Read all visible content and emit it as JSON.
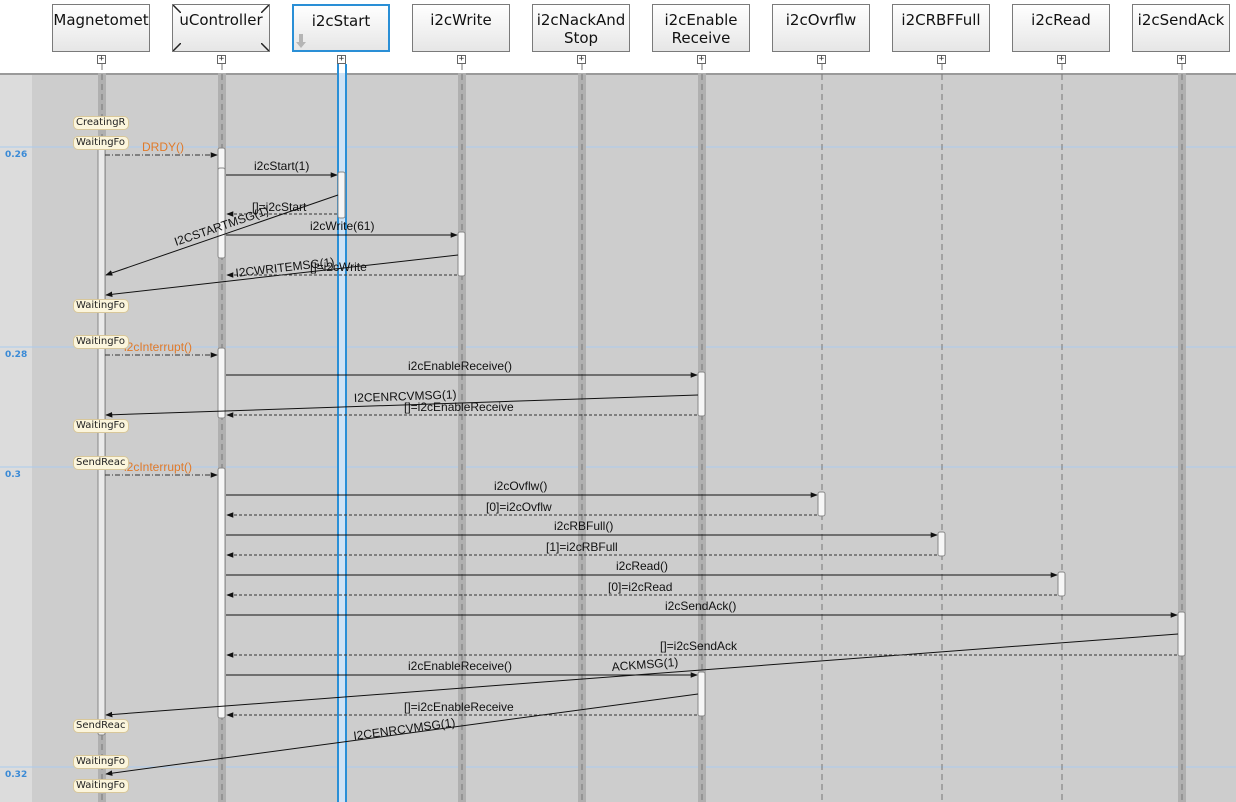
{
  "lifelines": [
    {
      "key": "mag",
      "label": "Magnetomet"
    },
    {
      "key": "uc",
      "label": "uController"
    },
    {
      "key": "start",
      "label": "i2cStart"
    },
    {
      "key": "write",
      "label": "i2cWrite"
    },
    {
      "key": "nack",
      "label": "i2cNackAnd\nStop"
    },
    {
      "key": "enable",
      "label": "i2cEnable\nReceive"
    },
    {
      "key": "ovfl",
      "label": "i2cOvrflw"
    },
    {
      "key": "rbf",
      "label": "i2CRBFFull"
    },
    {
      "key": "read",
      "label": "i2cRead"
    },
    {
      "key": "ack",
      "label": "i2cSendAck"
    }
  ],
  "time_marks": [
    "0.26",
    "0.28",
    "0.3",
    "0.32"
  ],
  "state_tags": [
    "CreatingR",
    "WaitingFo",
    "WaitingFo",
    "WaitingFo",
    "WaitingFo",
    "SendReac",
    "SendReac",
    "WaitingFo",
    "WaitingFo"
  ],
  "messages": {
    "drdy": "DRDY()",
    "i2cstart_call": "i2cStart(1)",
    "i2cstart_ret": "[]=i2cStart",
    "i2cstartmsg": "I2CSTARTMSG(1)",
    "i2cwrite_call": "i2cWrite(61)",
    "i2cwritemsg": "I2CWRITEMSG(1)",
    "i2cwrite_ret": "[]=i2cWrite",
    "interrupt1": "i2cInterrupt()",
    "enable_call1": "i2cEnableReceive()",
    "cenrcvmsg1": "I2CENRCVMSG(1)",
    "enable_ret1": "[]=i2cEnableReceive",
    "interrupt2": "i2cInterrupt()",
    "ovfl_call": "i2cOvflw()",
    "ovfl_ret": "[0]=i2cOvflw",
    "rbf_call": "i2cRBFull()",
    "rbf_ret": "[1]=i2cRBFull",
    "read_call": "i2cRead()",
    "read_ret": "[0]=i2cRead",
    "ack_call": "i2cSendAck()",
    "ack_ret": "[]=i2cSendAck",
    "enable_call2": "i2cEnableReceive()",
    "ackmsg": "ACKMSG(1)",
    "enable_ret2": "[]=i2cEnableReceive",
    "cenrcvmsg2": "I2CENRCVMSG(1)"
  },
  "colors": {
    "signal_message": "#e07a2a",
    "time_mark": "#3a8ad6",
    "selected_lifeline": "#2a8fd6"
  }
}
